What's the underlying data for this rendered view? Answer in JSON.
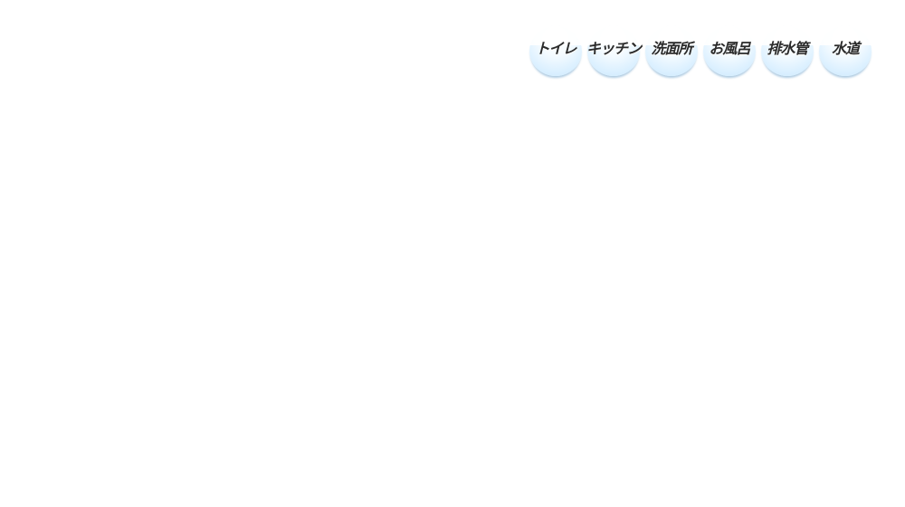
{
  "nav": {
    "items": [
      {
        "label": "トイレ"
      },
      {
        "label": "キッチン"
      },
      {
        "label": "洗面所"
      },
      {
        "label": "お風呂"
      },
      {
        "label": "排水管"
      },
      {
        "label": "水道"
      }
    ]
  }
}
